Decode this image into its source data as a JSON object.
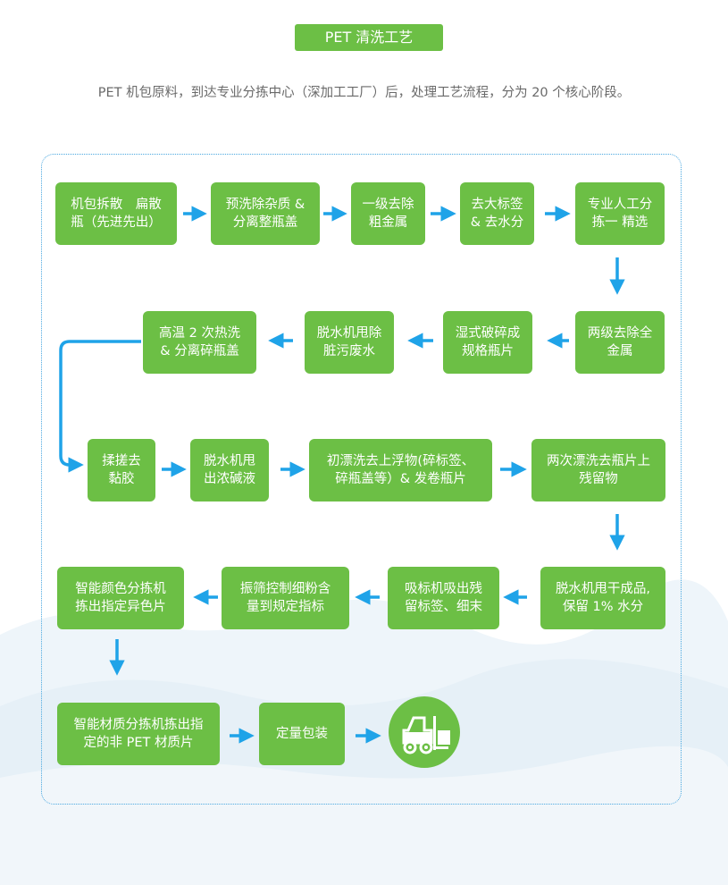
{
  "title": "PET 清洗工艺",
  "subtitle": "PET 机包原料，到达专业分拣中心（深加工工厂）后，处理工艺流程，分为 20 个核心阶段。",
  "colors": {
    "accent_green": "#6cbf45",
    "arrow_blue": "#1fa3e8",
    "frame_blue": "#4aa8e0"
  },
  "steps": [
    "机包拆散　扁散\n瓶（先进先出）",
    "预洗除杂质 &\n分离整瓶盖",
    "一级去除\n粗金属",
    "去大标签\n& 去水分",
    "专业人工分\n拣一 精选",
    "两级去除全\n金属",
    "湿式破碎成\n规格瓶片",
    "脱水机甩除\n脏污废水",
    "高温 2 次热洗\n& 分离碎瓶盖",
    "揉搓去\n黏胶",
    "脱水机甩\n出浓碱液",
    "初漂洗去上浮物(碎标签、\n碎瓶盖等）& 发卷瓶片",
    "两次漂洗去瓶片上\n残留物",
    "脱水机甩干成品,\n保留 1% 水分",
    "吸标机吸出残\n留标签、细末",
    "振筛控制细粉含\n量到规定指标",
    "智能颜色分拣机\n拣出指定异色片",
    "智能材质分拣机拣出指\n定的非 PET 材质片",
    "定量包装"
  ],
  "final_icon": "forklift-icon"
}
